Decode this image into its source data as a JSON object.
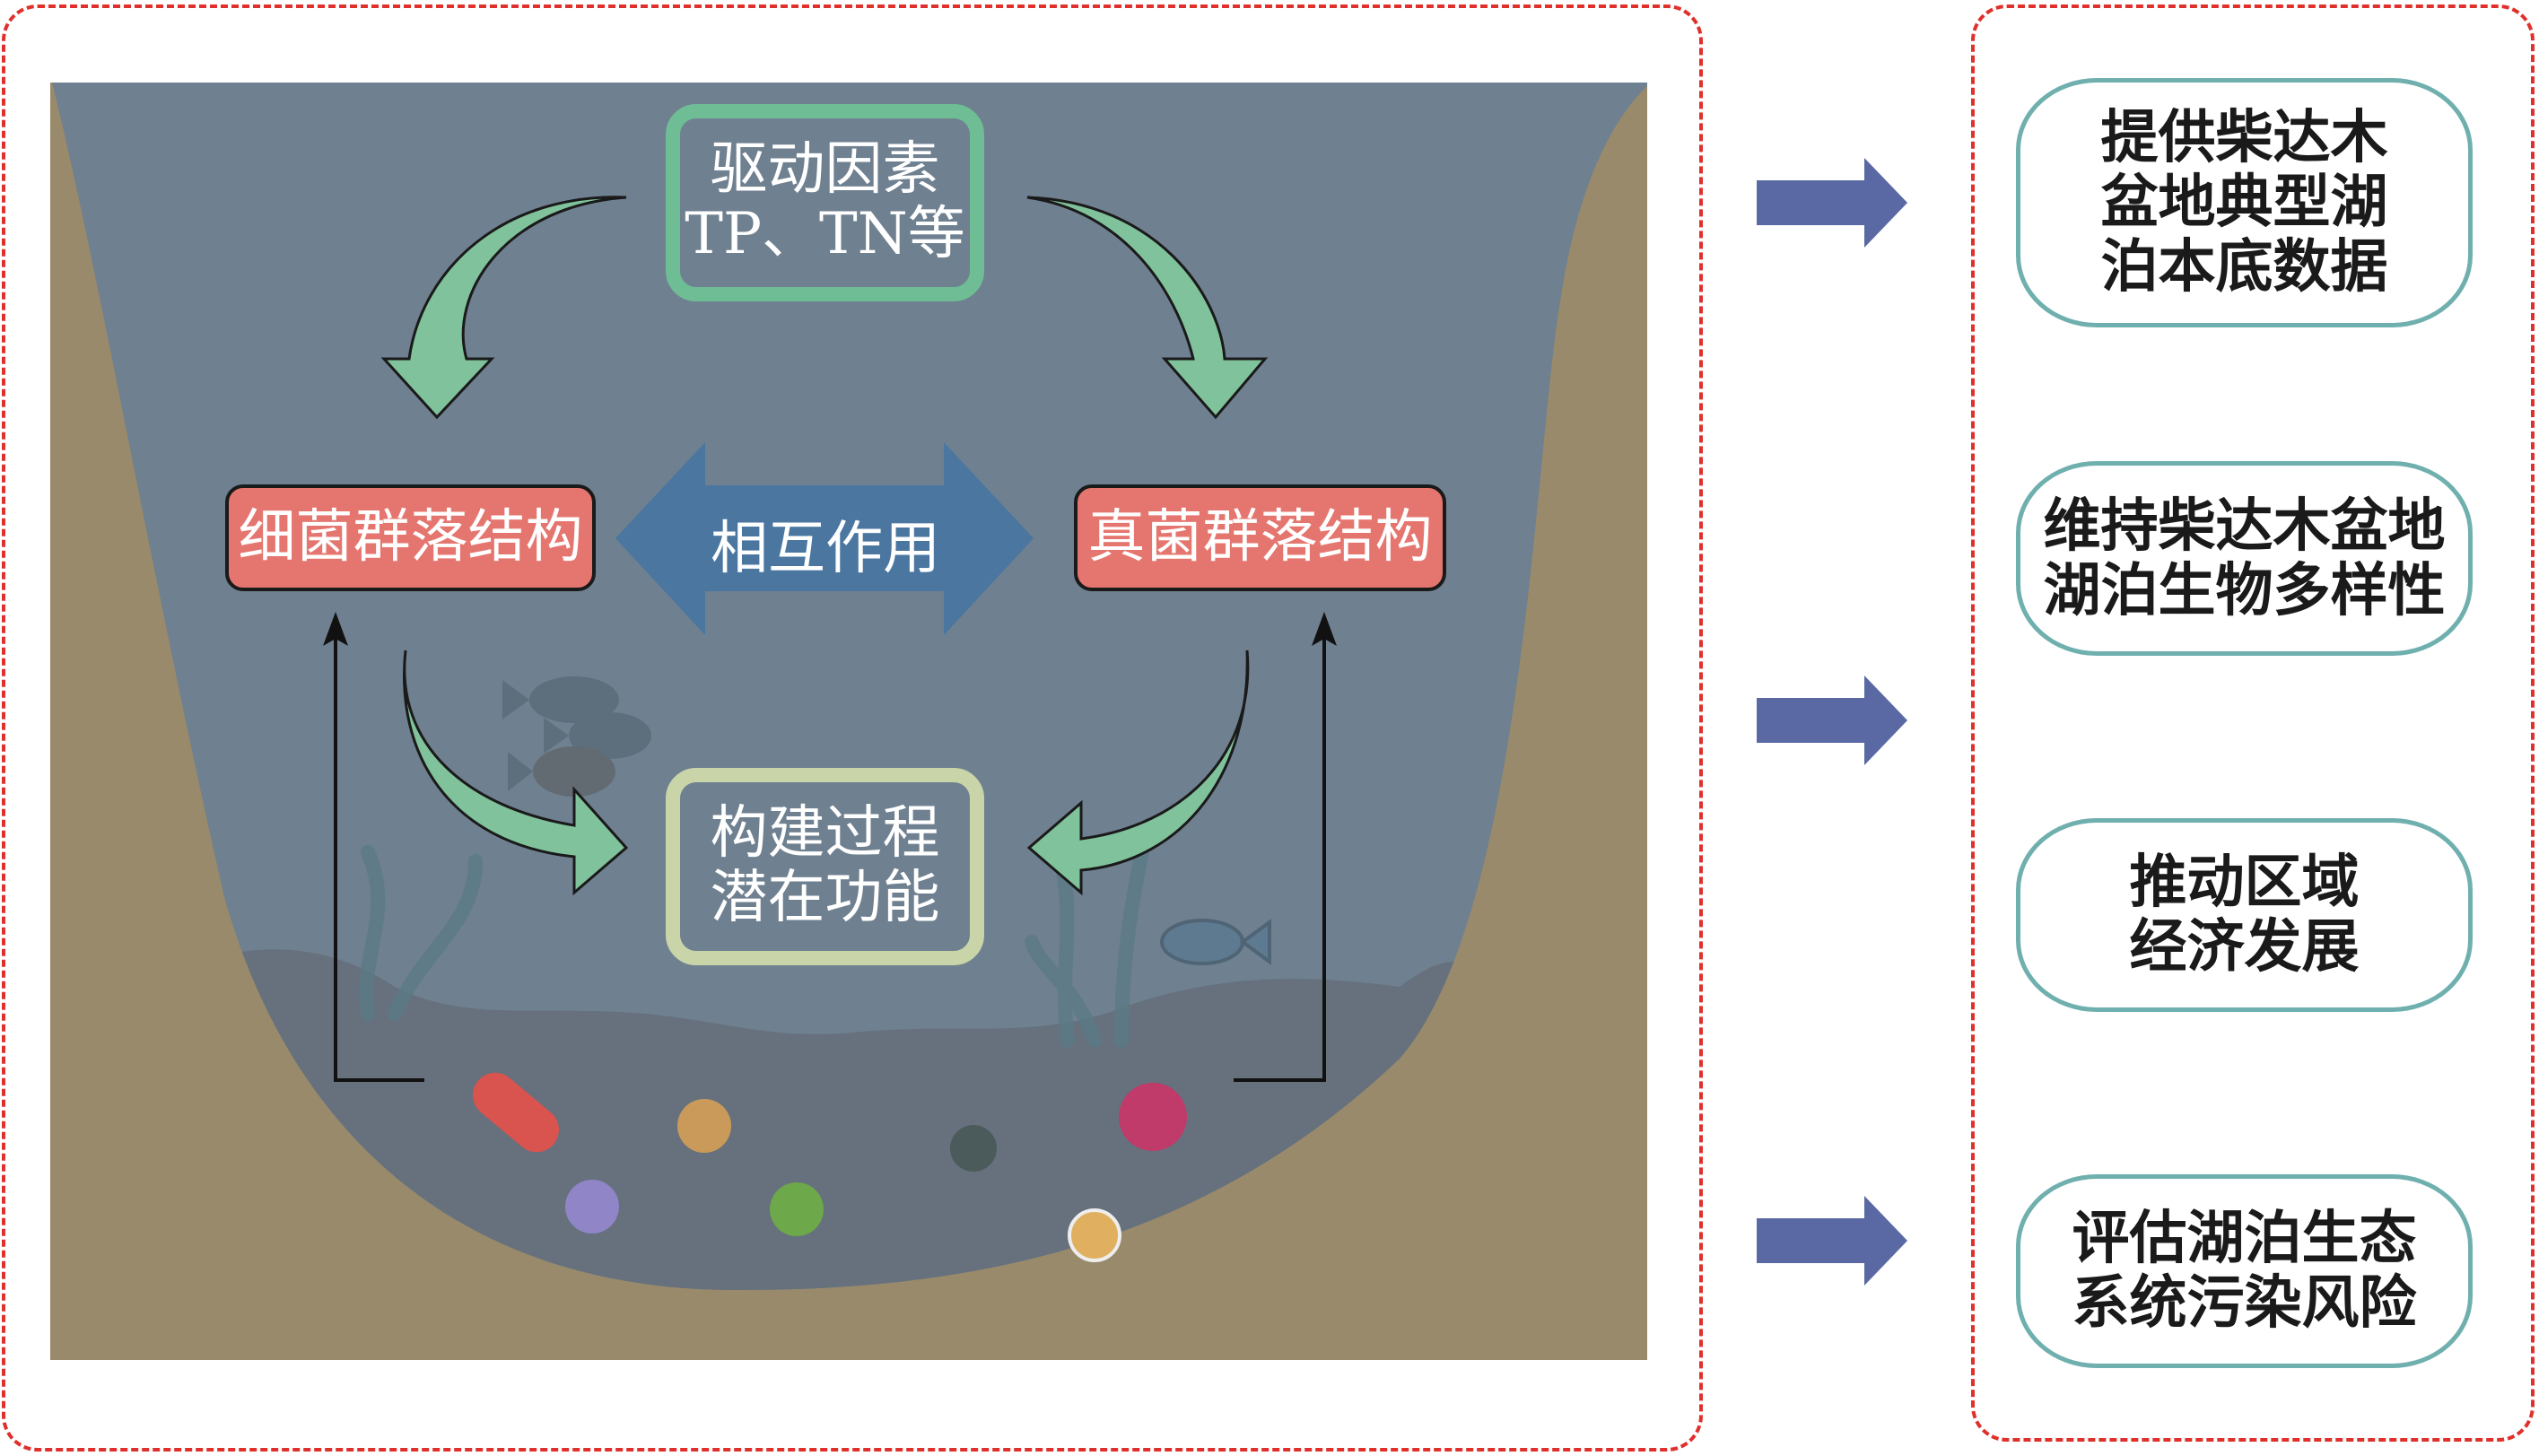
{
  "left_panel": {
    "driver_box": {
      "line1": "驱动因素",
      "line2": "TP、TN等"
    },
    "bacteria_box": "细菌群落结构",
    "fungi_box": "真菌群落结构",
    "interaction": "相互作用",
    "process_box": {
      "line1": "构建过程",
      "line2": "潜在功能"
    }
  },
  "right_panel": {
    "items": [
      {
        "lines": [
          "提供柴达木",
          "盆地典型湖",
          "泊本底数据"
        ]
      },
      {
        "lines": [
          "维持柴达木盆地",
          "湖泊生物多样性"
        ]
      },
      {
        "lines": [
          "推动区域",
          "经济发展"
        ]
      },
      {
        "lines": [
          "评估湖泊生态",
          "系统污染风险"
        ]
      }
    ]
  },
  "colors": {
    "water": "#6f8090",
    "bank": "#998a6b",
    "sediment": "#66717d",
    "green_arrow": "#80c29b",
    "red_box": "#e5766f",
    "interaction_arrow": "#4a76a0",
    "blue_arrow": "#5a69a3",
    "dashed_border": "#e0302c",
    "right_box_border": "#6fb0ae"
  }
}
